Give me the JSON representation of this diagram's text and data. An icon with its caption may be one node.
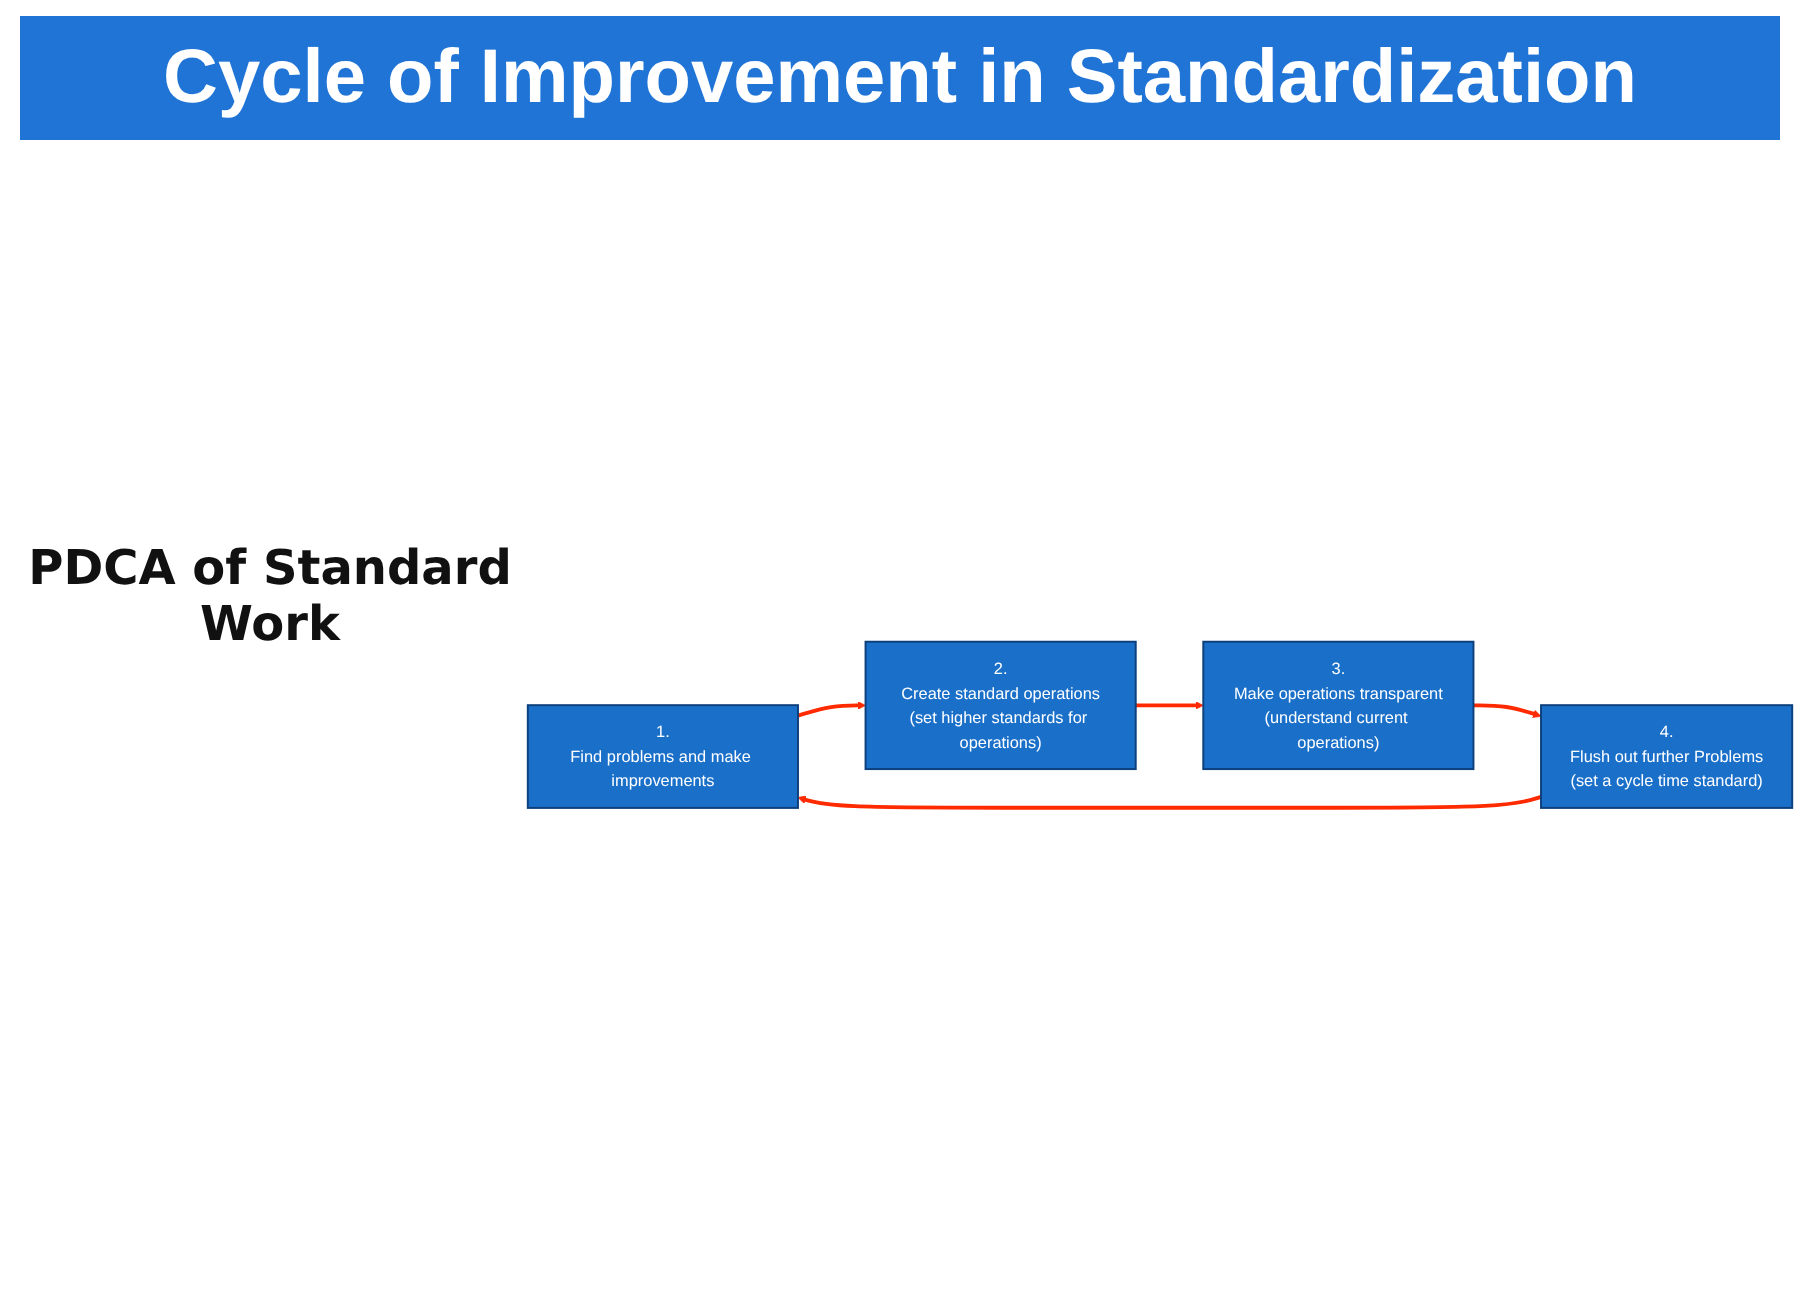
{
  "diagram": {
    "title": "Cycle of Improvement in Standardization",
    "nodes": [
      {
        "text": [
          "1.",
          "Find problems and make improvements"
        ]
      },
      {
        "text": [
          "2.",
          "Create standard operations",
          "(set higher standards for operations)"
        ]
      },
      {
        "text": [
          "3.",
          "Make operations transparent",
          "(understand current operations)"
        ]
      },
      {
        "text": [
          "4.",
          "Flush out further Problems",
          "(set a cycle time standard)"
        ]
      }
    ],
    "edges": [
      {
        "from": 0,
        "to": 1,
        "arrow": "to"
      },
      {
        "from": 1,
        "to": 2,
        "arrow": "to"
      },
      {
        "from": 2,
        "to": 3,
        "arrow": "to"
      },
      {
        "from": 3,
        "to": 0,
        "arrow": "to"
      }
    ],
    "labels": [
      "PDCA of Standard Work"
    ]
  }
}
